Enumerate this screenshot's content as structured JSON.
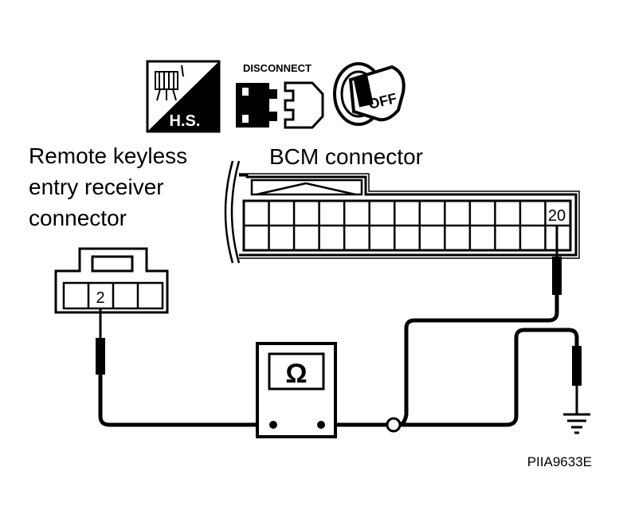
{
  "icons": {
    "hs_label": "H.S.",
    "disconnect_label": "DISCONNECT",
    "ignition_label": "OFF"
  },
  "labels": {
    "receiver_line1": "Remote keyless",
    "receiver_line2": "entry receiver",
    "receiver_line3": "connector",
    "bcm": "BCM connector",
    "receiver_terminal": "2",
    "bcm_terminal": "20",
    "ohmmeter_symbol": "Ω",
    "figure_id": "PIIA9633E"
  }
}
